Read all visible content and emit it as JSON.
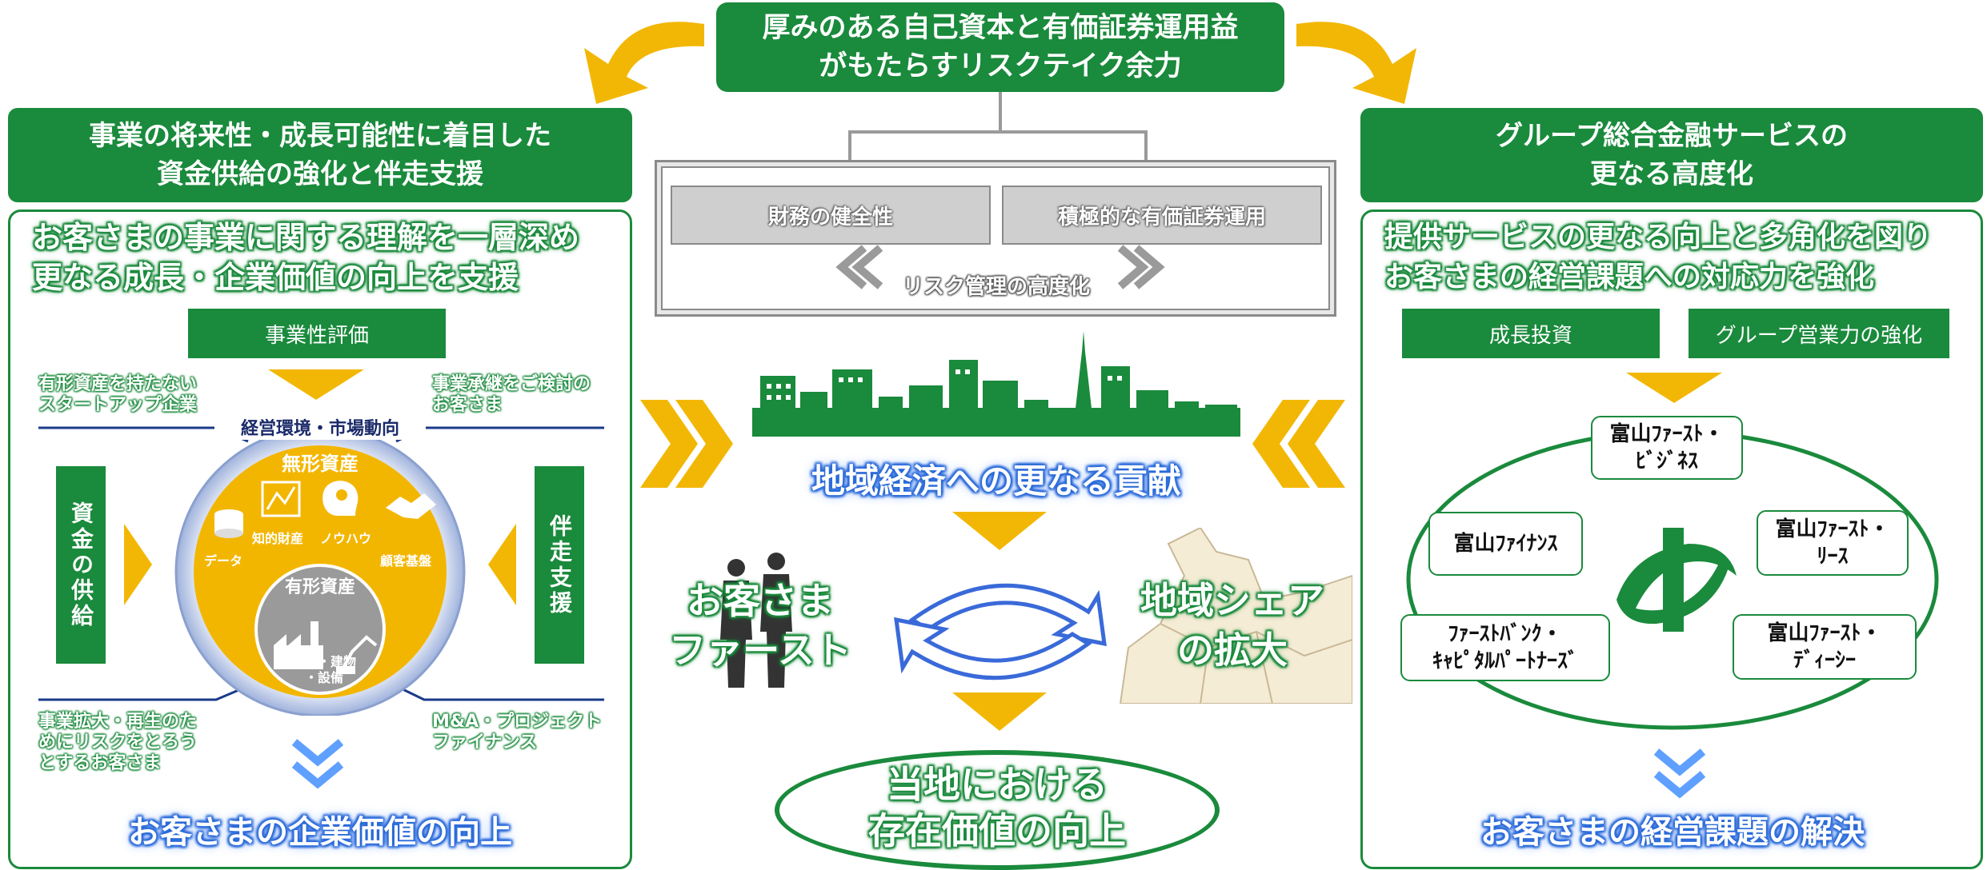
{
  "top_title": "厚みのある自己資本と有価証券運用益\nがもたらすリスクテイク余力",
  "left": {
    "header": "事業の将来性・成長可能性に着目した\n資金供給の強化と伴走支援",
    "lead": "お客さまの事業に関する理解を一層深め\n更なる成長・企業価値の向上を支援",
    "top_box": "事業性評価",
    "left_box": "資金の供給",
    "right_box": "伴走支援",
    "note_top_left": "有形資産を持たない\nスタートアップ企業",
    "note_top_right": "事業承継をご検討の\nお客さま",
    "note_bottom_left": "事業拡大・再生のた\nめにリスクをとろう\nとするお客さま",
    "note_bottom_right": "M&A・プロジェクト\nファイナンス",
    "ring_label": "経営環境・市場動向",
    "intangible_title": "無形資産",
    "icon_data": "データ",
    "icon_ip": "知的財産",
    "icon_knowhow": "ノウハウ",
    "icon_customer": "顧客基盤",
    "tangible_title": "有形資産",
    "tangible_sub": "土地・建物\n・設備",
    "result": "お客さまの企業価値の向上"
  },
  "center": {
    "box_left": "財務の健全性",
    "box_right": "積極的な有価証券運用",
    "risk_label": "リスク管理の高度化",
    "regional": "地域経済への更なる貢献",
    "customer_first": "お客さま\nファースト",
    "share": "地域シェア\nの拡大",
    "result": "当地における\n存在価値の向上"
  },
  "right": {
    "header": "グループ総合金融サービスの\n更なる高度化",
    "lead": "提供サービスの更なる向上と多角化を図り\nお客さまの経営課題への対応力を強化",
    "box1": "成長投資",
    "box2": "グループ営業力の強化",
    "co_business": "富山ﾌｧｰｽﾄ・\nﾋﾞｼﾞﾈｽ",
    "co_lease": "富山ﾌｧｰｽﾄ・\nﾘｰｽ",
    "co_dc": "富山ﾌｧｰｽﾄ・\nﾃﾞｨｰｼｰ",
    "co_capital": "ﾌｧｰｽﾄﾊﾞﾝｸ・\nｷｬﾋﾟﾀﾙﾊﾟｰﾄﾅｰｽﾞ",
    "co_finance": "富山ﾌｧｲﾅﾝｽ",
    "result": "お客さまの経営課題の解決"
  },
  "colors": {
    "green": "#1a8a3c",
    "yellow": "#f2b705",
    "blue": "#2a6ad9",
    "gray": "#cfcfcf"
  }
}
